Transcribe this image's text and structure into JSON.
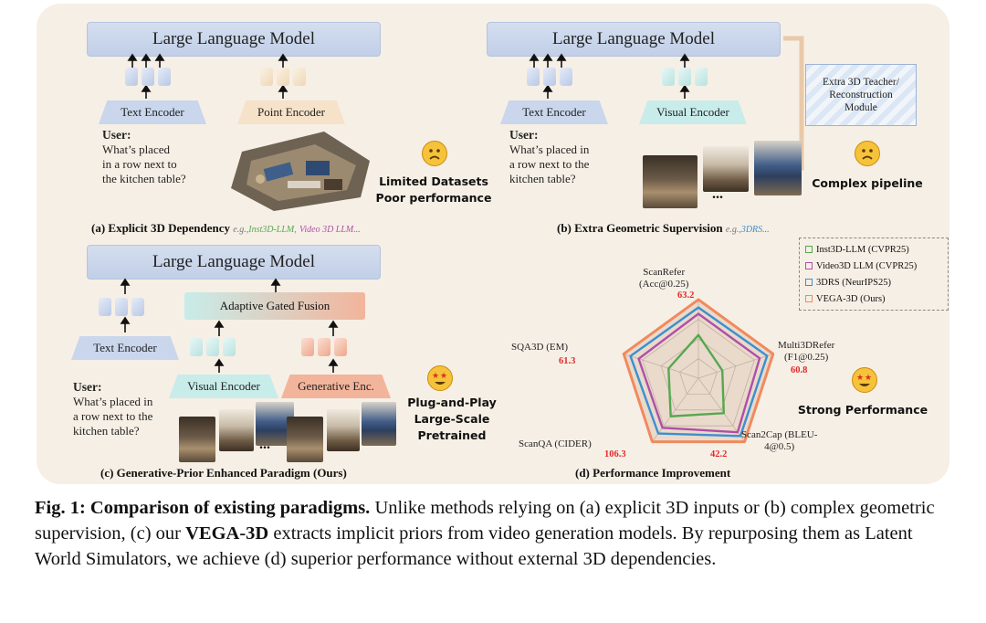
{
  "panel_a": {
    "llm_label": "Large Language Model",
    "text_encoder": "Text Encoder",
    "point_encoder": "Point Encoder",
    "user_label": "User:",
    "user_lines": [
      "What’s placed",
      "in a row next to",
      "the kitchen table?"
    ],
    "note_lines": [
      "Limited Datasets",
      "Poor performance"
    ],
    "caption": "(a) Explicit 3D Dependency",
    "caption_eg_prefix": "e.g.,",
    "caption_eg_1": "Inst3D-LLM,",
    "caption_eg_2": "Video 3D LLM",
    "caption_eg_suffix": "..."
  },
  "panel_b": {
    "llm_label": "Large Language Model",
    "text_encoder": "Text Encoder",
    "visual_encoder": "Visual Encoder",
    "teacher_lines": [
      "Extra 3D Teacher/",
      "Reconstruction",
      "Module"
    ],
    "user_label": "User:",
    "user_lines": [
      "What’s placed in",
      "a row next to the",
      "kitchen table?"
    ],
    "ellipsis": "...",
    "note": "Complex pipeline",
    "caption": "(b) Extra Geometric Supervision",
    "caption_eg_prefix": "e.g.,",
    "caption_eg_1": "3DRS",
    "caption_eg_suffix": "..."
  },
  "panel_c": {
    "llm_label": "Large Language Model",
    "fusion_label": "Adaptive Gated Fusion",
    "text_encoder": "Text Encoder",
    "visual_encoder": "Visual Encoder",
    "generative_encoder": "Generative Enc.",
    "user_label": "User:",
    "user_lines": [
      "What’s placed in",
      "a row next to the",
      "kitchen table?"
    ],
    "ellipsis": "...",
    "note_lines": [
      "Plug-and-Play",
      "Large-Scale Pretrained"
    ],
    "caption": "(c) Generative-Prior Enhanced Paradigm (Ours)"
  },
  "panel_d": {
    "caption": "(d) Performance Improvement",
    "note": "Strong Performance",
    "axis_labels": {
      "scanrefer": [
        "ScanRefer",
        "(Acc@0.25)"
      ],
      "multi3drefer": [
        "Multi3DRefer",
        "(F1@0.25)"
      ],
      "scan2cap": [
        "Scan2Cap (BLEU-",
        "4@0.5)"
      ],
      "scanqa": [
        "ScanQA (CIDER)"
      ],
      "sqa3d": [
        "SQA3D (EM)"
      ]
    },
    "value_labels": {
      "scanrefer": "63.2",
      "multi3drefer": "60.8",
      "scan2cap": "42.2",
      "scanqa": "106.3",
      "sqa3d": "61.3"
    },
    "legend": [
      "Inst3D-LLM (CVPR25)",
      "Video3D LLM (CVPR25)",
      "3DRS (NeurIPS25)",
      "VEGA-3D (Ours)"
    ]
  },
  "chart_data": {
    "type": "radar",
    "axes": [
      "ScanRefer (Acc@0.25)",
      "Multi3DRefer (F1@0.25)",
      "Scan2Cap (BLEU-4@0.5)",
      "ScanQA (CIDER)",
      "SQA3D (EM)"
    ],
    "series": [
      {
        "name": "Inst3D-LLM (CVPR25)",
        "color": "#55a84f",
        "values_normalized": [
          0.55,
          0.32,
          0.55,
          0.6,
          0.4
        ]
      },
      {
        "name": "Video3D LLM (CVPR25)",
        "color": "#b04fa6",
        "values_normalized": [
          0.82,
          0.82,
          0.85,
          0.78,
          0.8
        ]
      },
      {
        "name": "3DRS (NeurIPS25)",
        "color": "#3d8fce",
        "values_normalized": [
          0.9,
          0.92,
          0.91,
          0.87,
          0.91
        ]
      },
      {
        "name": "VEGA-3D (Ours)",
        "color": "#f08a5d",
        "values_normalized": [
          1.0,
          1.0,
          1.0,
          1.0,
          1.0
        ]
      }
    ],
    "labeled_values": {
      "ScanRefer": 63.2,
      "Multi3DRefer": 60.8,
      "Scan2Cap": 42.2,
      "ScanQA": 106.3,
      "SQA3D": 61.3
    }
  },
  "figure_caption": {
    "label": "Fig. 1: Comparison of existing paradigms.",
    "text_1": " Unlike methods relying on (a) explicit 3D inputs or (b) complex geometric supervision, (c) our ",
    "bold": "VEGA-3D",
    "text_2": " extracts implicit priors from video generation models. By repurposing them as Latent World Simulators, we achieve (d) superior performance without external 3D dependencies."
  },
  "colors": {
    "panel_bg": "#f6efe5",
    "llm_blue": "#c9d6ec",
    "teal": "#c8ece9",
    "salmon": "#f2b49b",
    "value_red": "#e12b2b"
  }
}
